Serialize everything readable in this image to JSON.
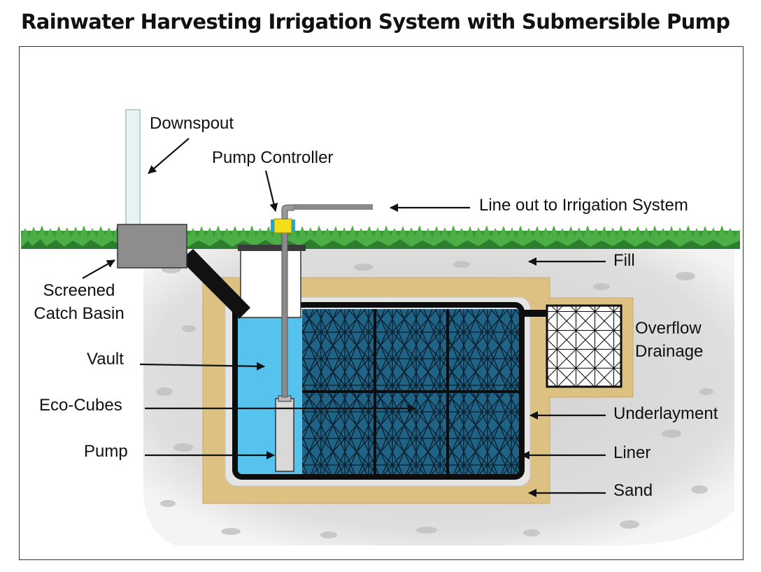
{
  "title": "Rainwater Harvesting Irrigation System with Submersible Pump",
  "labels": {
    "downspout": "Downspout",
    "pump_controller": "Pump Controller",
    "line_out": "Line out to Irrigation System",
    "fill": "Fill",
    "screened_catch_basin": "Screened Catch Basin",
    "overflow_drainage": "Overflow Drainage",
    "vault": "Vault",
    "eco_cubes": "Eco-Cubes",
    "underlayment": "Underlayment",
    "pump": "Pump",
    "liner": "Liner",
    "sand": "Sand"
  },
  "colors": {
    "grass": "#3a9a3a",
    "soil": "#dadada",
    "sand": "#dcc183",
    "water": "#56c3ee",
    "cubes": "#1d5f80",
    "liner": "#0d0d0d",
    "pipe": "#8a8a8a",
    "controller": "#f2df1a"
  }
}
